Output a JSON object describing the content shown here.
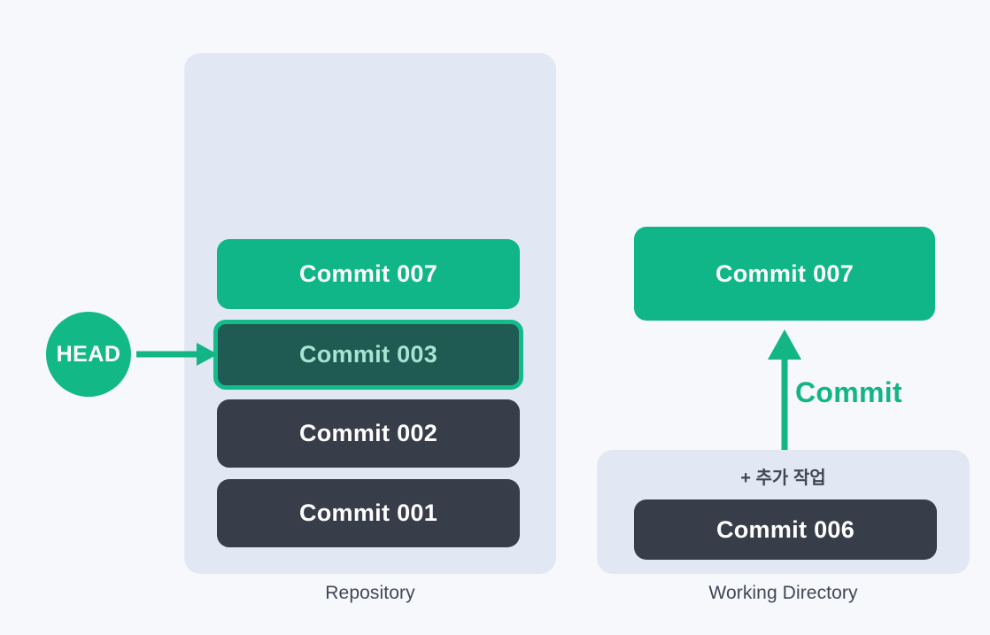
{
  "diagram": {
    "background_color": "#f7f8fc",
    "accent_green": "#10b687",
    "dark_slate": "#373d49",
    "panel_gray": "#e2e8f3",
    "head_fill": "#1f5a53",
    "head_text": "#a9e3d2"
  },
  "repository": {
    "caption": "Repository",
    "commits": [
      {
        "label": "Commit 007",
        "style": "green"
      },
      {
        "label": "Commit 003",
        "style": "head-highlight"
      },
      {
        "label": "Commit 002",
        "style": "dark"
      },
      {
        "label": "Commit 001",
        "style": "dark"
      }
    ]
  },
  "head": {
    "label": "HEAD",
    "points_to": "Commit 003",
    "arrow_icon": "arrow-right-icon"
  },
  "working_directory": {
    "caption": "Working Directory",
    "result_commit": {
      "label": "Commit 007",
      "style": "green"
    },
    "source_commit": {
      "label": "Commit 006",
      "style": "dark"
    },
    "extra_work_label": "+ 추가 작업",
    "commit_action_label": "Commit",
    "arrow_icon": "arrow-up-icon"
  }
}
